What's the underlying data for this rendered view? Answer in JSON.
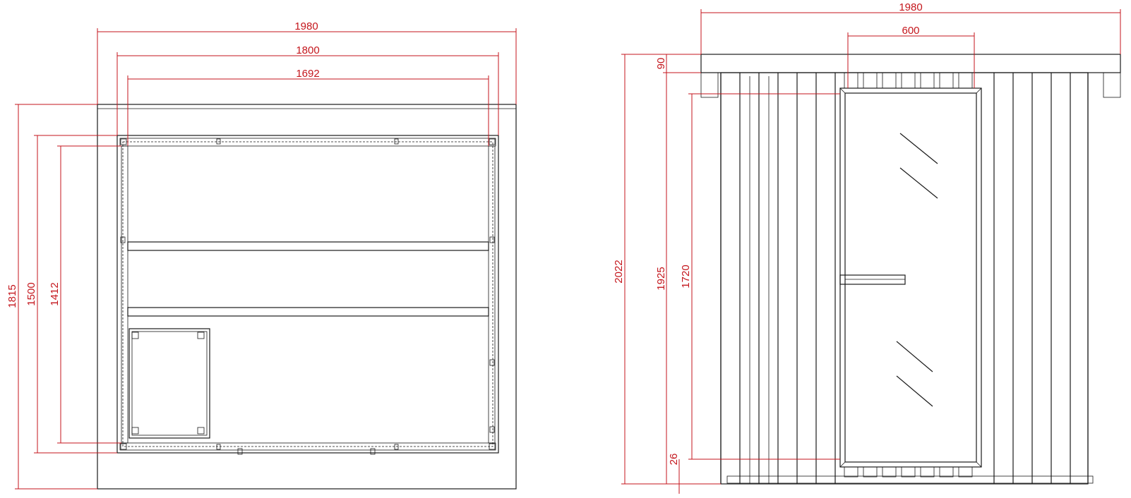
{
  "colors": {
    "dimension": "#c4161c",
    "line": "#1a1a1a",
    "background": "#ffffff"
  },
  "plan_view": {
    "widths": {
      "outer": "1980",
      "middle": "1800",
      "inner": "1692"
    },
    "depths": {
      "outer": "1815",
      "middle": "1500",
      "inner": "1412"
    }
  },
  "front_view": {
    "widths": {
      "overall": "1980",
      "door": "600"
    },
    "heights": {
      "overall": "2022",
      "roof": "90",
      "wall": "1925",
      "door": "1720",
      "sill": "26"
    }
  }
}
